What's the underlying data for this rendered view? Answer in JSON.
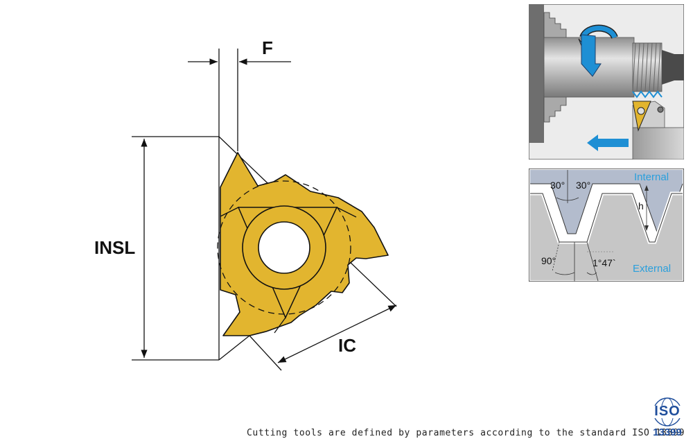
{
  "diagram": {
    "labels": {
      "f": "F",
      "insl": "INSL",
      "ic": "IC"
    },
    "thread_profile": {
      "internal": "Internal",
      "external": "External",
      "angle_left": "30°",
      "angle_right": "30°",
      "height": "h",
      "right_angle": "90°",
      "lead_angle": "1°47`"
    }
  },
  "footer": {
    "text": "Cutting tools are defined by parameters according to the standard ISO 13399"
  },
  "logo": {
    "top": "ISO",
    "bottom": "13399"
  },
  "colors": {
    "insert_gold": "#E2B52F",
    "arrow_blue": "#1E8FD4",
    "logo_blue": "#1F4E9C"
  }
}
